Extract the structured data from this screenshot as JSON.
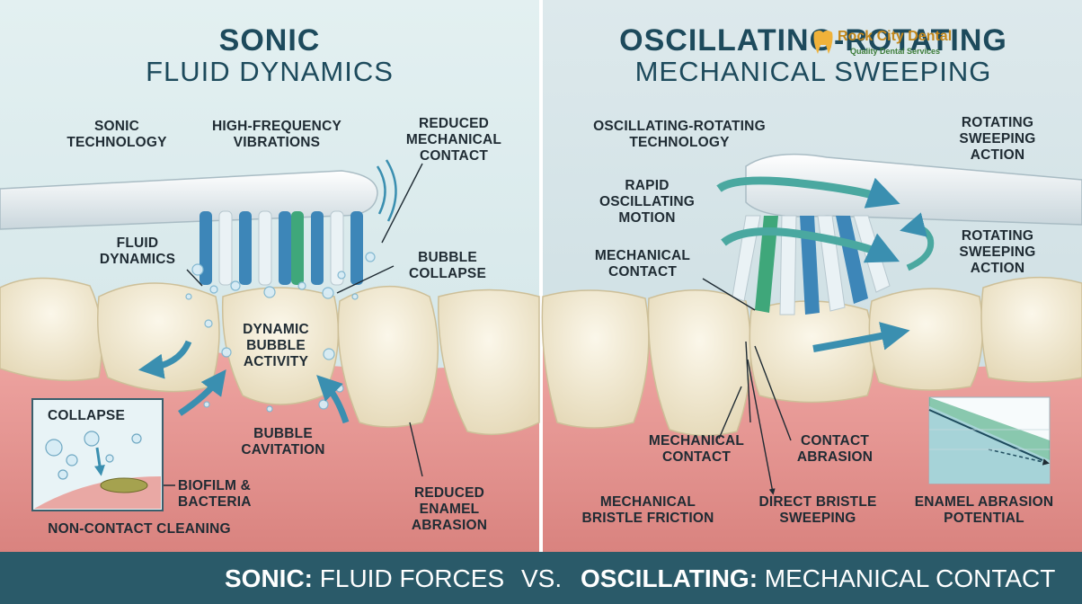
{
  "sonic": {
    "title": "SONIC",
    "subtitle": "FLUID DYNAMICS",
    "labels": {
      "sonic_technology": [
        "SONIC",
        "TECHNOLOGY"
      ],
      "high_frequency": [
        "HIGH-FREQUENCY",
        "VIBRATIONS"
      ],
      "reduced_contact": [
        "REDUCED",
        "MECHANICAL",
        "CONTACT"
      ],
      "fluid_dynamics": [
        "FLUID",
        "DYNAMICS"
      ],
      "bubble_collapse": [
        "BUBBLE",
        "COLLAPSE"
      ],
      "dynamic_bubble": [
        "DYNAMIC",
        "BUBBLE",
        "ACTIVITY"
      ],
      "bubble_cavitation": [
        "BUBBLE",
        "CAVITATION"
      ],
      "reduced_enamel": [
        "REDUCED",
        "ENAMEL",
        "ABRASION"
      ],
      "inset_collapse": "COLLAPSE",
      "biofilm": [
        "BIOFILM &",
        "BACTERIA"
      ],
      "non_contact": "NON-CONTACT CLEANING"
    }
  },
  "oscillating": {
    "title": "OSCILLATING-ROTATING",
    "subtitle": "MECHANICAL SWEEPING",
    "labels": {
      "osc_technology": [
        "OSCILLATING-ROTATING",
        "TECHNOLOGY"
      ],
      "rotating_1": [
        "ROTATING",
        "SWEEPING",
        "ACTION"
      ],
      "rapid_osc": [
        "RAPID",
        "OSCILLATING",
        "MOTION"
      ],
      "rotating_2": [
        "ROTATING",
        "SWEEPING",
        "ACTION"
      ],
      "mech_contact_1": [
        "MECHANICAL",
        "CONTACT"
      ],
      "mech_contact_2": [
        "MECHANICAL",
        "CONTACT"
      ],
      "contact_abrasion": [
        "CONTACT",
        "ABRASION"
      ],
      "bristle_friction": [
        "MECHANICAL",
        "BRISTLE FRICTION"
      ],
      "direct_sweeping": [
        "DIRECT BRISTLE",
        "SWEEPING"
      ],
      "enamel_potential": [
        "ENAMEL ABRASION",
        "POTENTIAL"
      ]
    }
  },
  "logo": {
    "name": "Rock City Dental",
    "tagline": "Quality Dental Services"
  },
  "footer": {
    "left_bold": "SONIC:",
    "left_rest": "FLUID FORCES",
    "vs": "VS.",
    "right_bold": "OSCILLATING:",
    "right_rest": "MECHANICAL CONTACT"
  },
  "colors": {
    "accent": "#2a5a69",
    "title": "#1d4a5c",
    "gum": "#e89a9a",
    "tooth": "#f3ecd6",
    "bristle_blue": "#3d86b8",
    "bristle_green": "#3fa77a",
    "arrow": "#3a8fb0"
  }
}
